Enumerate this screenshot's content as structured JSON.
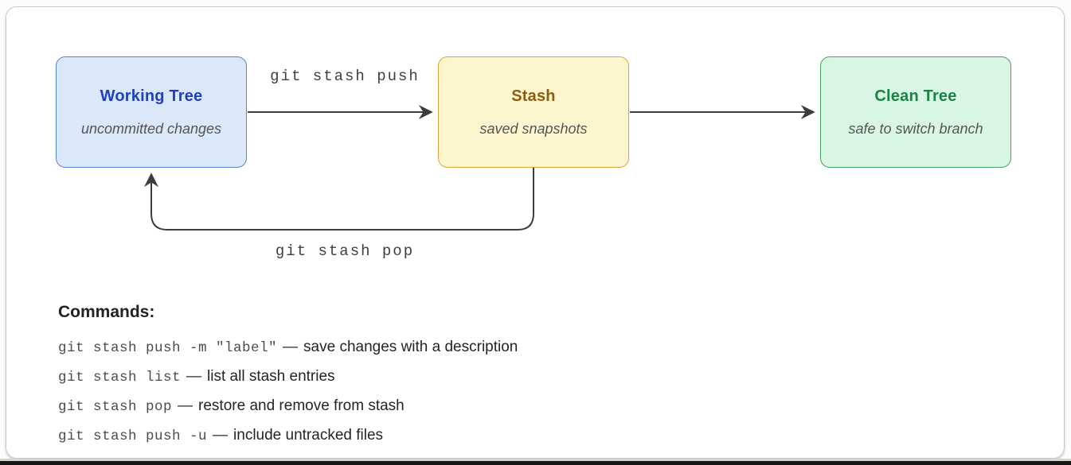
{
  "diagram": {
    "arrow_color": "#3d3d3d",
    "nodes": [
      {
        "id": "working-tree",
        "title": "Working Tree",
        "subtitle": "uncommitted changes",
        "fill": "#dbe8fa",
        "border": "#5186cf",
        "title_color": "#2140bd"
      },
      {
        "id": "stash",
        "title": "Stash",
        "subtitle": "saved snapshots",
        "fill": "#fdf5cd",
        "border": "#e2a43a",
        "title_color": "#8f5c10"
      },
      {
        "id": "clean-tree",
        "title": "Clean Tree",
        "subtitle": "safe to switch branch",
        "fill": "#d9f6e4",
        "border": "#41a368",
        "title_color": "#178344"
      }
    ],
    "edges": [
      {
        "from": "working-tree",
        "to": "stash",
        "label": "git stash push"
      },
      {
        "from": "stash",
        "to": "clean-tree",
        "label": ""
      },
      {
        "from": "stash",
        "to": "working-tree",
        "label": "git stash pop"
      }
    ]
  },
  "commands": {
    "heading": "Commands:",
    "separator": "—",
    "items": [
      {
        "code": "git stash push -m \"label\"",
        "desc": "save changes with a description"
      },
      {
        "code": "git stash list",
        "desc": "list all stash entries"
      },
      {
        "code": "git stash pop",
        "desc": "restore and remove from stash"
      },
      {
        "code": "git stash push -u",
        "desc": "include untracked files"
      }
    ]
  }
}
